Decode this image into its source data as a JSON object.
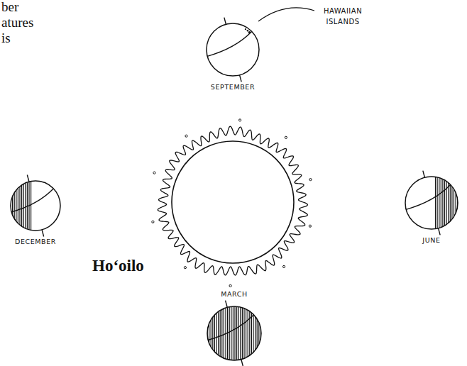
{
  "diagram": {
    "nodes": [
      {
        "text": [
          "SEPTEMBER"
        ]
      },
      {
        "text": [
          "DECEMBER"
        ]
      },
      {
        "text": [
          "JUNE"
        ]
      },
      {
        "text": [
          "MARCH"
        ]
      }
    ],
    "labels": [
      "ber",
      "atures",
      "is",
      "HAWAIIAN ISLANDS",
      "Hoʻoilo"
    ]
  }
}
